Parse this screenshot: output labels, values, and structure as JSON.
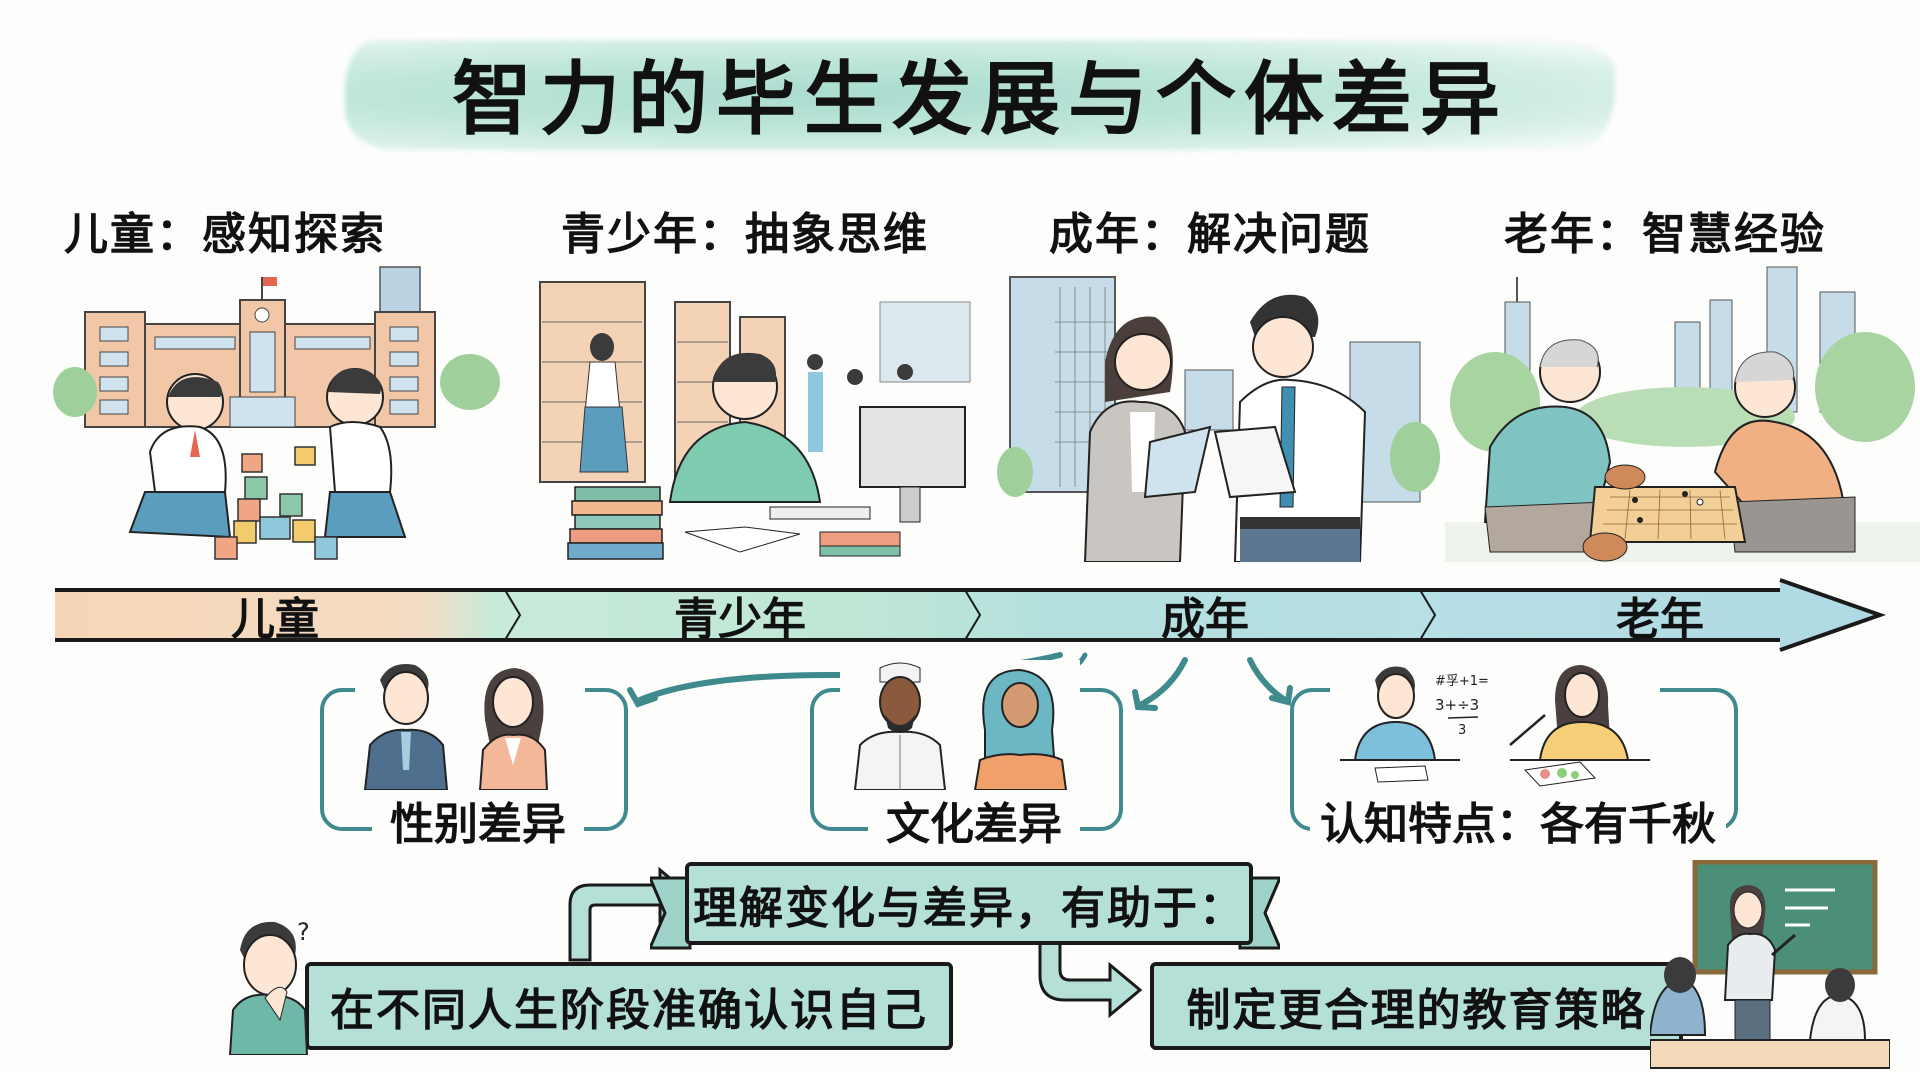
{
  "title": "智力的毕生发展与个体差异",
  "stages": [
    {
      "heading": "儿童：感知探索",
      "timeline_label": "儿童",
      "scene": "children-playing-blocks-at-school",
      "color": "#f6d6b6"
    },
    {
      "heading": "青少年：抽象思维",
      "timeline_label": "青少年",
      "scene": "teen-studying-in-library",
      "color": "#bfe6d6"
    },
    {
      "heading": "成年：解决问题",
      "timeline_label": "成年",
      "scene": "adults-discussing-documents-in-city",
      "color": "#b3e0de"
    },
    {
      "heading": "老年：智慧经验",
      "timeline_label": "老年",
      "scene": "elders-playing-go-in-park",
      "color": "#b7dfe6"
    }
  ],
  "differences": [
    {
      "label": "性别差异",
      "scene": "man-and-woman-portraits"
    },
    {
      "label": "文化差异",
      "scene": "people-of-different-cultures"
    },
    {
      "label": "认知特点：各有千秋",
      "scene": "boy-doing-math-girl-painting",
      "math_note": [
        "#孚+1=",
        "3+÷3",
        "3"
      ]
    }
  ],
  "conclusion": {
    "header": "理解变化与差异，有助于：",
    "left": "在不同人生阶段准确认识自己",
    "right": "制定更合理的教育策略",
    "question_mark": "?"
  },
  "colors": {
    "accent_teal": "#3e8a8d",
    "banner_fill": "#b5e0d8",
    "outline": "#1a1a1a"
  }
}
